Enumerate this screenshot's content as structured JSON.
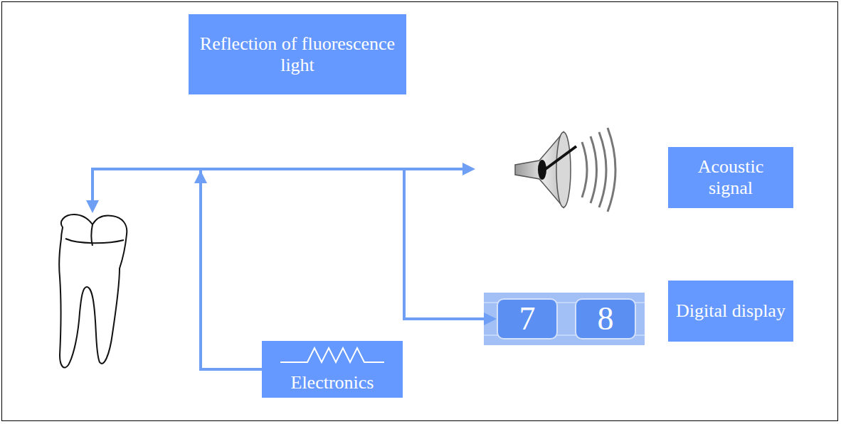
{
  "diagram": {
    "nodes": [
      {
        "text": [
          "Reflection of fluorescence light"
        ]
      },
      {
        "text": [
          "Acoustic signal"
        ]
      },
      {
        "text": [
          "7"
        ]
      },
      {
        "text": [
          "8"
        ]
      },
      {
        "text": [
          "Digital display"
        ]
      },
      {
        "text": [
          "Electronics"
        ]
      }
    ],
    "edges": [
      {
        "from": 5,
        "to": 2,
        "arrow": "to"
      }
    ]
  }
}
